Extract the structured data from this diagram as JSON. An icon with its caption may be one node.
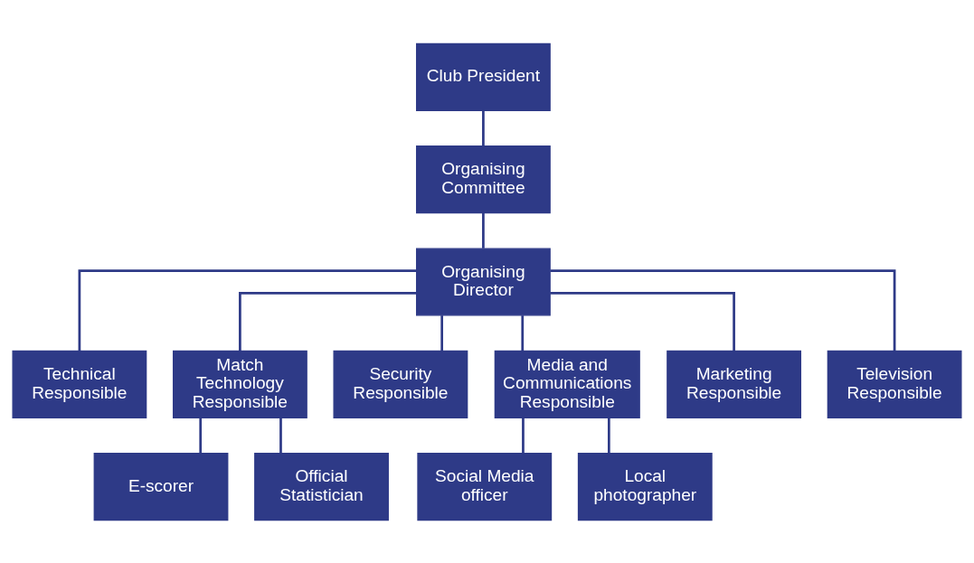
{
  "diagram": {
    "nodes": [
      {
        "text": [
          "Club President"
        ]
      },
      {
        "text": [
          "Organising Committee"
        ]
      },
      {
        "text": [
          "Organising Director"
        ]
      },
      {
        "text": [
          "Technical Responsible"
        ]
      },
      {
        "text": [
          "Match Technology Responsible"
        ]
      },
      {
        "text": [
          "Security Responsible"
        ]
      },
      {
        "text": [
          "Media and Communications Responsible"
        ]
      },
      {
        "text": [
          "Marketing Responsible"
        ]
      },
      {
        "text": [
          "Television Responsible"
        ]
      },
      {
        "text": [
          "E-scorer"
        ]
      },
      {
        "text": [
          "Official Statistician"
        ]
      },
      {
        "text": [
          "Social Media officer"
        ]
      },
      {
        "text": [
          "Local photographer"
        ]
      }
    ],
    "edges": [
      {
        "from": 0,
        "to": 1,
        "arrow": "none"
      },
      {
        "from": 1,
        "to": 2,
        "arrow": "none"
      },
      {
        "from": 2,
        "to": 3,
        "arrow": "none"
      },
      {
        "from": 2,
        "to": 4,
        "arrow": "none"
      },
      {
        "from": 2,
        "to": 5,
        "arrow": "none"
      },
      {
        "from": 2,
        "to": 6,
        "arrow": "none"
      },
      {
        "from": 2,
        "to": 7,
        "arrow": "none"
      },
      {
        "from": 2,
        "to": 8,
        "arrow": "none"
      },
      {
        "from": 4,
        "to": 9,
        "arrow": "none"
      },
      {
        "from": 4,
        "to": 10,
        "arrow": "none"
      },
      {
        "from": 6,
        "to": 11,
        "arrow": "none"
      },
      {
        "from": 6,
        "to": 12,
        "arrow": "none"
      }
    ]
  }
}
